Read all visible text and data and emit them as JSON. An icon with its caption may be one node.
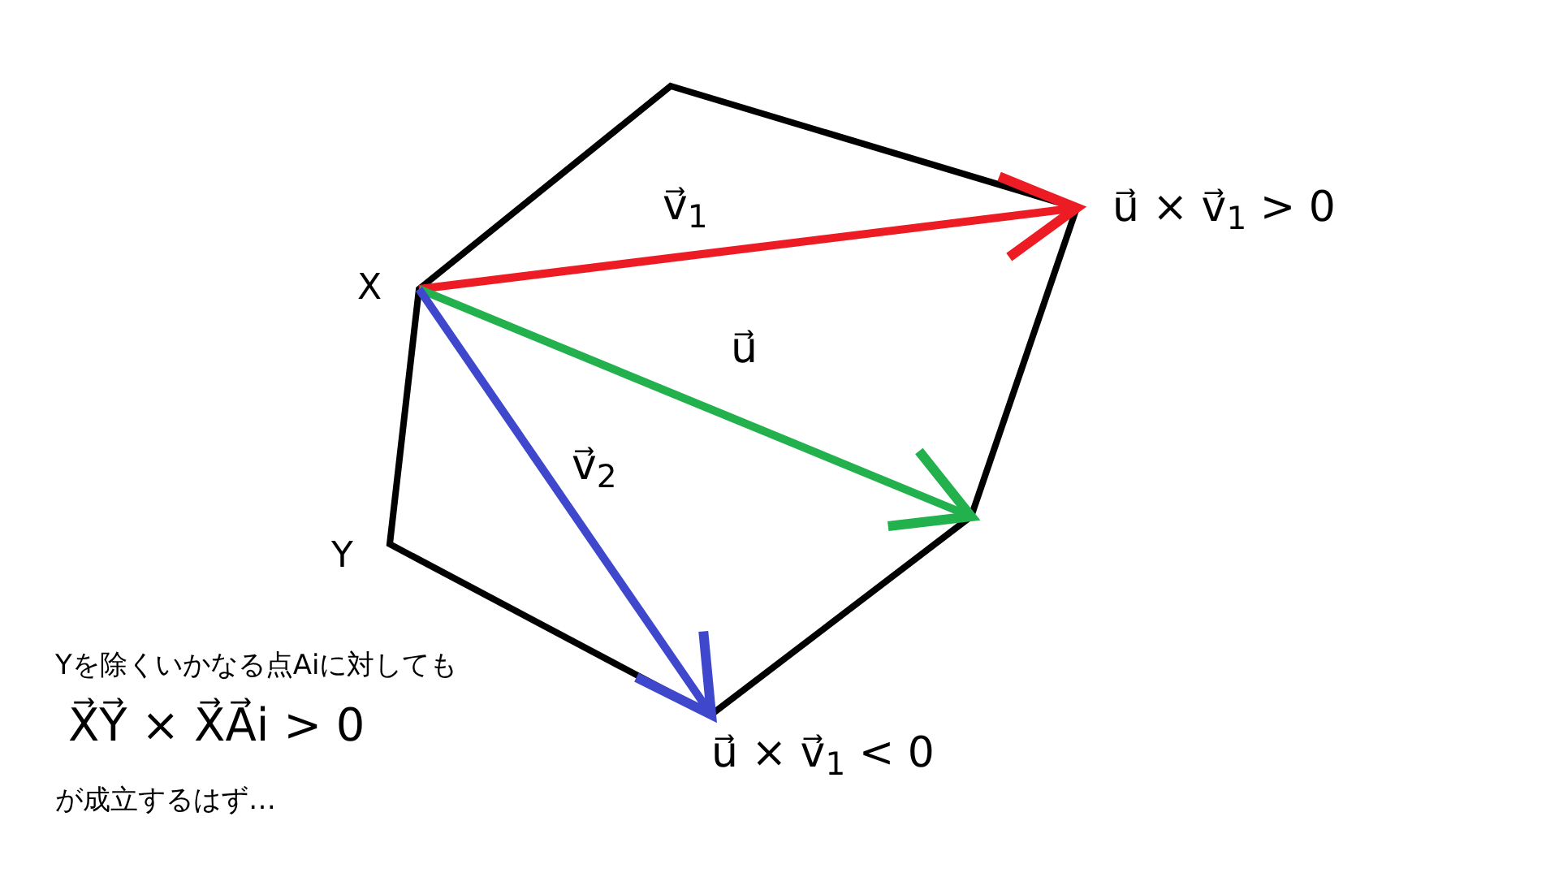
{
  "diagram": {
    "nodes": [
      {
        "text": [
          "X"
        ]
      },
      {
        "text": [
          "Y"
        ]
      },
      {
        "text": [
          "u⃗ × v⃗$_{1}$ > 0"
        ]
      },
      {
        "text": [
          "u⃗ × v⃗$_{1}$ < 0"
        ]
      }
    ],
    "edges": [
      {
        "from": 0,
        "to": 2,
        "arrow": "to",
        "label": "v⃗$_{1}$",
        "color": "#ed1c24"
      },
      {
        "from": 0,
        "to": null,
        "arrow": "to",
        "label": "u⃗",
        "color": "#22b14c"
      },
      {
        "from": 0,
        "to": 3,
        "arrow": "to",
        "label": "v⃗$_{2}$",
        "color": "#3f48cc"
      }
    ],
    "labels": [
      "Yを除くいかなる点Aiに対しても",
      "X⃗Y⃗ × X⃗A⃗i > 0",
      "が成立するはず…"
    ]
  }
}
